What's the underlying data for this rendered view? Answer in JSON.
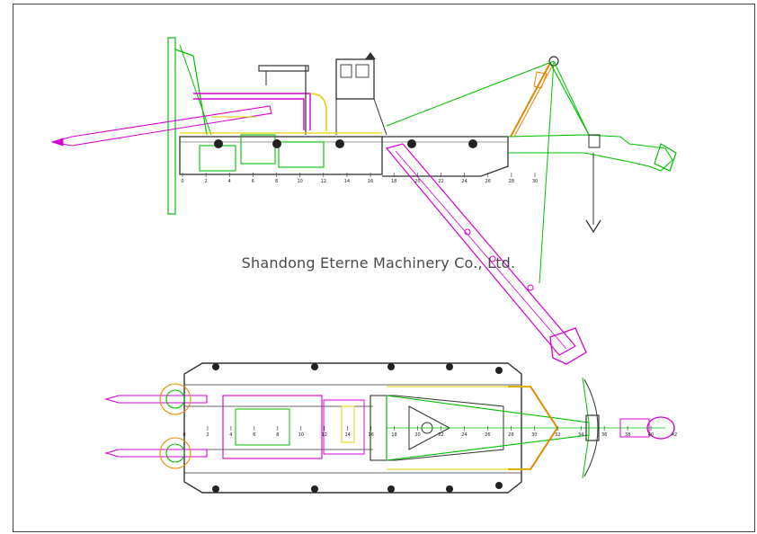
{
  "watermark": {
    "text": "Shandong Eterne Machinery Co., Ltd."
  },
  "side_view": {
    "station_marks": [
      "0",
      "2",
      "4",
      "6",
      "8",
      "10",
      "12",
      "14",
      "16",
      "18",
      "20",
      "22",
      "24",
      "26",
      "28",
      "30"
    ]
  },
  "plan_view": {
    "station_marks": [
      "0",
      "2",
      "4",
      "6",
      "8",
      "10",
      "12",
      "14",
      "16",
      "18",
      "20",
      "22",
      "24",
      "26",
      "28",
      "30",
      "32",
      "34",
      "36",
      "38",
      "40",
      "42"
    ]
  },
  "colors": {
    "frame": "#444444",
    "hull": "#333333",
    "magenta": "#d400d4",
    "green": "#00c000",
    "yellow": "#e6d200",
    "orange": "#e08a00",
    "red": "#e00000"
  }
}
